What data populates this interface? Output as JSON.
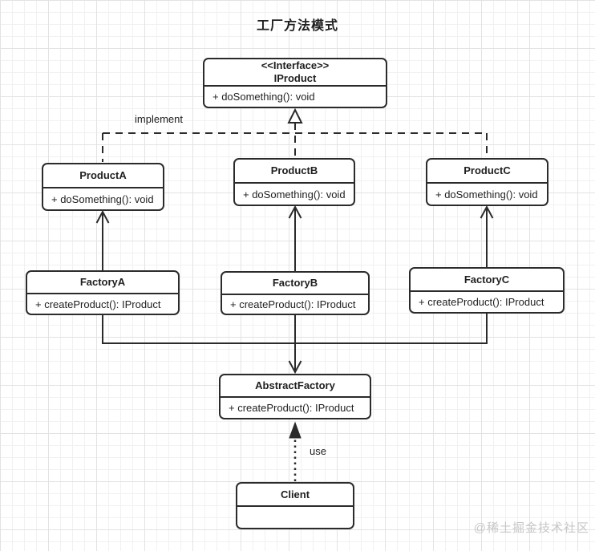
{
  "title": "工厂方法模式",
  "watermark": "@稀土掘金技术社区",
  "labels": {
    "implement": "implement",
    "use": "use"
  },
  "classes": {
    "iproduct": {
      "stereotype": "<<Interface>>",
      "name": "IProduct",
      "method": "+ doSomething(): void"
    },
    "productA": {
      "name": "ProductA",
      "method": "+ doSomething(): void"
    },
    "productB": {
      "name": "ProductB",
      "method": "+ doSomething(): void"
    },
    "productC": {
      "name": "ProductC",
      "method": "+ doSomething(): void"
    },
    "factoryA": {
      "name": "FactoryA",
      "method": "+ createProduct(): IProduct"
    },
    "factoryB": {
      "name": "FactoryB",
      "method": "+ createProduct(): IProduct"
    },
    "factoryC": {
      "name": "FactoryC",
      "method": "+ createProduct(): IProduct"
    },
    "abstractFactory": {
      "name": "AbstractFactory",
      "method": "+ createProduct(): IProduct"
    },
    "client": {
      "name": "Client",
      "method": ""
    }
  },
  "relationships": [
    {
      "from": "ProductA",
      "to": "IProduct",
      "type": "realization-dashed-hollow-triangle",
      "label": "implement"
    },
    {
      "from": "ProductB",
      "to": "IProduct",
      "type": "realization-dashed-hollow-triangle",
      "label": "implement"
    },
    {
      "from": "ProductC",
      "to": "IProduct",
      "type": "realization-dashed-hollow-triangle",
      "label": "implement"
    },
    {
      "from": "FactoryA",
      "to": "ProductA",
      "type": "solid-open-arrow"
    },
    {
      "from": "FactoryB",
      "to": "ProductB",
      "type": "solid-open-arrow"
    },
    {
      "from": "FactoryC",
      "to": "ProductC",
      "type": "solid-open-arrow"
    },
    {
      "from": "FactoryA",
      "to": "AbstractFactory",
      "type": "solid-open-arrow"
    },
    {
      "from": "FactoryB",
      "to": "AbstractFactory",
      "type": "solid-open-arrow"
    },
    {
      "from": "FactoryC",
      "to": "AbstractFactory",
      "type": "solid-open-arrow"
    },
    {
      "from": "Client",
      "to": "AbstractFactory",
      "type": "dotted-filled-arrow",
      "label": "use"
    }
  ],
  "colors": {
    "stroke": "#2b2b2b",
    "box_fill": "#ffffff",
    "grid_minor": "#f1f1f1",
    "grid_major": "#e3e3e3",
    "watermark": "#c7c7c7",
    "background": "#ffffff"
  }
}
